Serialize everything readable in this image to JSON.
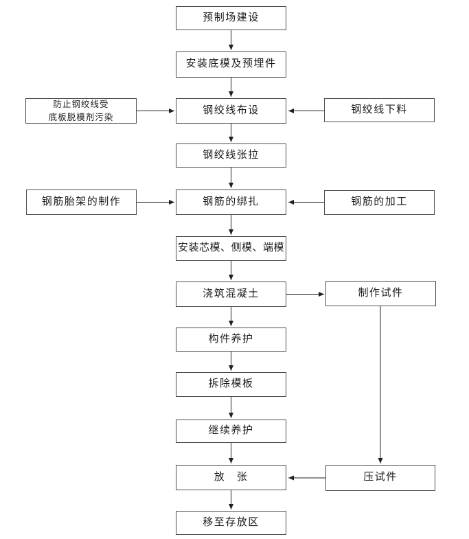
{
  "colors": {
    "background": "#ffffff",
    "box_border": "#4a4a4a",
    "arrow": "#1f1f1f",
    "text": "#1a1a1a"
  },
  "flow": {
    "main": [
      "预制场建设",
      "安装底模及预埋件",
      "钢绞线布设",
      "钢绞线张拉",
      "钢筋的绑扎",
      "安装芯模、侧模、端模",
      "浇筑混凝土",
      "构件养护",
      "拆除模板",
      "继续养护",
      "放　张",
      "移至存放区"
    ],
    "left": [
      "防止钢绞线受\n底板脱模剂污染",
      "钢筋胎架的制作"
    ],
    "right": [
      "钢绞线下料",
      "钢筋的加工",
      "制作试件",
      "压试件"
    ]
  }
}
